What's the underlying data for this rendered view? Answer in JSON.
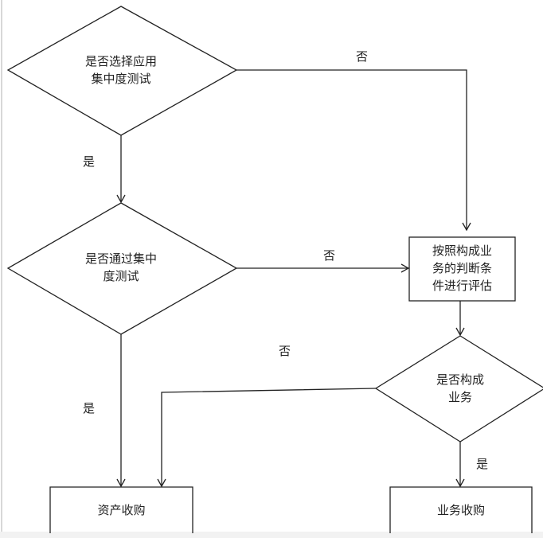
{
  "nodes": {
    "decision1": "是否选择应用\n集中度测试",
    "decision1_lines": [
      "是否选择应用",
      "集中度测试"
    ],
    "decision2_lines": [
      "是否通过集中",
      "度测试"
    ],
    "process_lines": [
      "按照构成业",
      "务的判断条",
      "件进行评估"
    ],
    "decision3_lines": [
      "是否构成",
      "业务"
    ],
    "asset_acquisition": "资产收购",
    "business_acquisition": "业务收购"
  },
  "edges": {
    "d1_no": "否",
    "d1_yes": "是",
    "d2_no": "否",
    "d2_yes": "是",
    "d3_no": "否",
    "d3_yes": "是"
  },
  "colors": {
    "stroke": "#222222",
    "border": "#d8d8d8"
  }
}
